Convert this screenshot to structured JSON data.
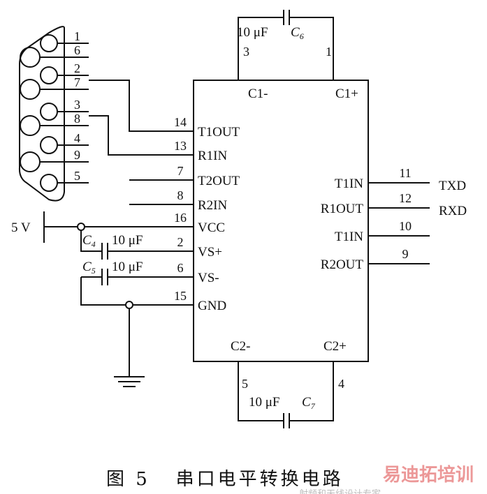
{
  "connector": {
    "pins": [
      "1",
      "6",
      "2",
      "7",
      "3",
      "8",
      "4",
      "9",
      "5"
    ]
  },
  "chip": {
    "top_pins": [
      {
        "name": "C1-",
        "num": "3"
      },
      {
        "name": "C1+",
        "num": "1"
      }
    ],
    "bottom_pins": [
      {
        "name": "C2-",
        "num": "5"
      },
      {
        "name": "C2+",
        "num": "4"
      }
    ],
    "left_pins": [
      {
        "name": "T1OUT",
        "num": "14"
      },
      {
        "name": "R1IN",
        "num": "13"
      },
      {
        "name": "T2OUT",
        "num": "7"
      },
      {
        "name": "R2IN",
        "num": "8"
      },
      {
        "name": "VCC",
        "num": "16"
      },
      {
        "name": "VS+",
        "num": "2"
      },
      {
        "name": "VS-",
        "num": "6"
      },
      {
        "name": "GND",
        "num": "15"
      }
    ],
    "right_pins": [
      {
        "name": "T1IN",
        "num": "11",
        "signal": "TXD"
      },
      {
        "name": "R1OUT",
        "num": "12",
        "signal": "RXD"
      },
      {
        "name": "T1IN",
        "num": "10"
      },
      {
        "name": "R2OUT",
        "num": "9"
      }
    ]
  },
  "supply": "5 V",
  "capacitors": [
    {
      "ref": "C",
      "sub": "6",
      "value": "10 μF"
    },
    {
      "ref": "C",
      "sub": "4",
      "value": "10 μF"
    },
    {
      "ref": "C",
      "sub": "5",
      "value": "10 μF"
    },
    {
      "ref": "C",
      "sub": "7",
      "value": "10 μF"
    }
  ],
  "caption": {
    "figure": "图 5",
    "title": "串口电平转换电路"
  },
  "watermark": {
    "brand": "易迪拓培训",
    "tagline": "射频和天线设计专家"
  }
}
